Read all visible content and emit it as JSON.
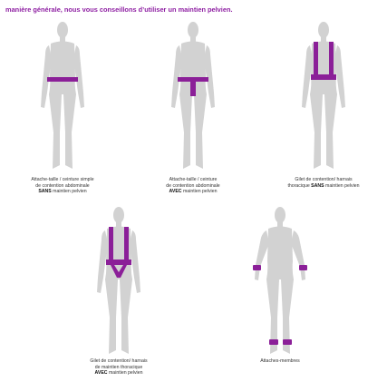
{
  "intro_text": "manière générale, nous vous conseillons d’utiliser un maintien pelvien.",
  "colors": {
    "accent": "#8b1f98",
    "figure": "#d2d2d2",
    "caption_text": "#333333"
  },
  "figures": [
    {
      "name": "abdominal-belt-simple",
      "caption_line1": "Attache-taille / ceinture simple",
      "caption_line2": "de contention abdominale",
      "caption_em": "SANS",
      "caption_after": " maintien pelvien"
    },
    {
      "name": "abdominal-belt-pelvic",
      "caption_line1": "Attache-taille / ceinture",
      "caption_line2": "de contention abdominale",
      "caption_em": "AVEC",
      "caption_after": " maintien pelvien"
    },
    {
      "name": "thoracic-harness",
      "caption_line1": "Gilet de contention/ harnais",
      "caption_line2": "",
      "caption_before": "thoracique ",
      "caption_em": "SANS",
      "caption_after": " maintien pelvien"
    },
    {
      "name": "thoracic-harness-pelvic",
      "caption_line1": "Gilet de contention/ harnais",
      "caption_line2": "de maintien thoracique",
      "caption_em": "AVEC",
      "caption_after": " maintien pelvien"
    },
    {
      "name": "limb-restraints",
      "caption_line1": "Attaches-membres",
      "caption_line2": "",
      "caption_em": "",
      "caption_after": ""
    }
  ]
}
